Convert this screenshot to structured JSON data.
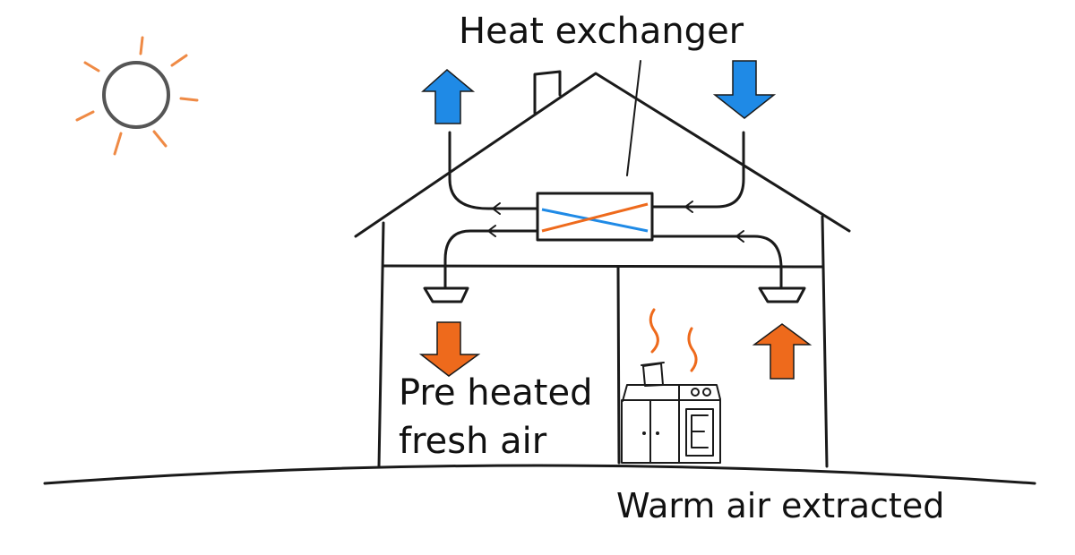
{
  "labels": {
    "heat_exchanger": "Heat exchanger",
    "pre_heated_line1": "Pre heated",
    "pre_heated_line2": "fresh air",
    "warm_air_extracted": "Warm air extracted"
  },
  "colors": {
    "cold_air": "#1f8ae6",
    "warm_air": "#ee6a1c",
    "sun_rays": "#ef8a45",
    "ink": "#1a1a1a",
    "background": "#ffffff"
  }
}
